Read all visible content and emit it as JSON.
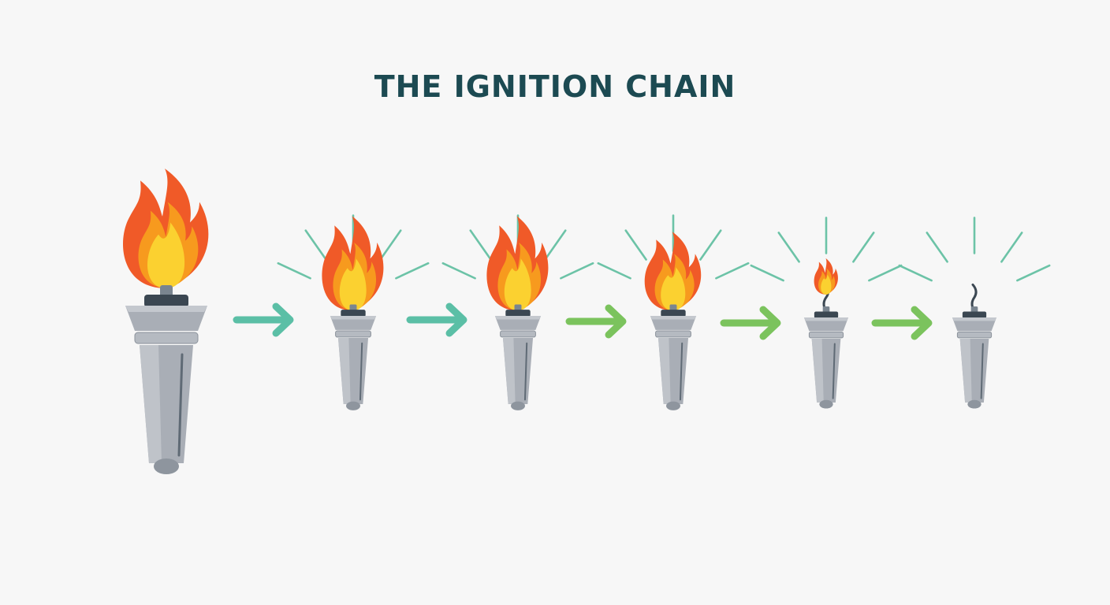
{
  "title": "THE IGNITION CHAIN",
  "colors": {
    "title": "#1c4a52",
    "background": "#f7f7f7",
    "torch_body": "#a9aeb6",
    "torch_dark": "#3b4752",
    "flame_outer": "#f05a28",
    "flame_mid": "#f79a1e",
    "flame_inner": "#fbd130",
    "burst": "#6cc3a7",
    "arrow_teal": "#5bbfa6",
    "arrow_green": "#7bc35d"
  },
  "torches": [
    {
      "name": "torch-1-large-flame",
      "flame": "large",
      "burst": false
    },
    {
      "name": "torch-2-medium-flame",
      "flame": "medium",
      "burst": true
    },
    {
      "name": "torch-3-medium-flame",
      "flame": "medium",
      "burst": true
    },
    {
      "name": "torch-4-small-flame",
      "flame": "small",
      "burst": true
    },
    {
      "name": "torch-5-tiny-flame",
      "flame": "tiny",
      "burst": true
    },
    {
      "name": "torch-6-extinguished",
      "flame": "none",
      "burst": true
    }
  ],
  "arrows": [
    {
      "name": "arrow-1",
      "color": "teal"
    },
    {
      "name": "arrow-2",
      "color": "teal"
    },
    {
      "name": "arrow-3",
      "color": "green"
    },
    {
      "name": "arrow-4",
      "color": "green"
    },
    {
      "name": "arrow-5",
      "color": "green"
    }
  ]
}
